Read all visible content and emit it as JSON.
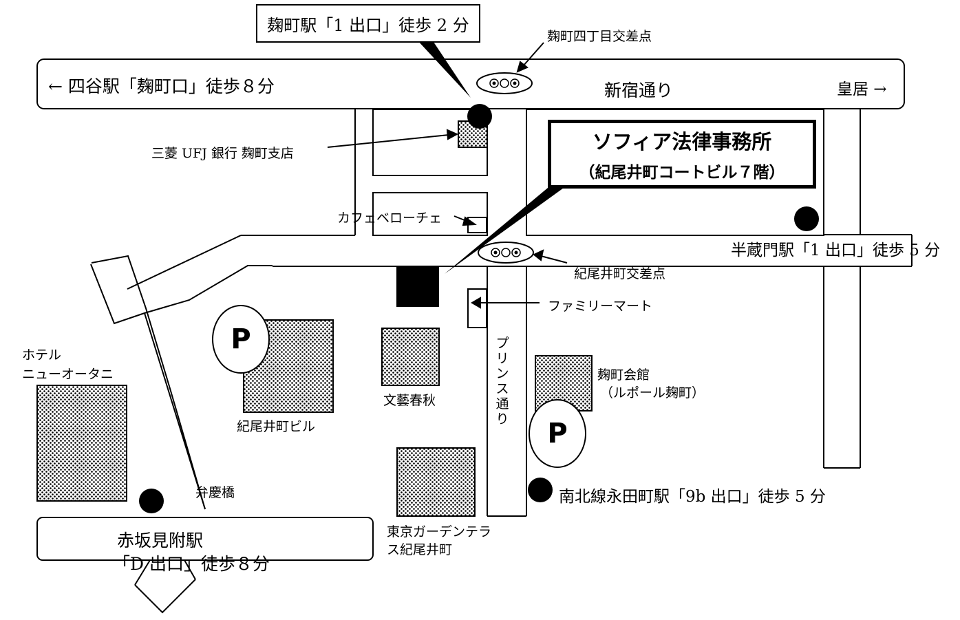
{
  "callouts": {
    "kojimachi_station": "麹町駅「1 出口」徒歩 2 分"
  },
  "office": {
    "name": "ソフィア法律事務所",
    "building": "（紀尾井町コートビル７階）"
  },
  "roads": {
    "shinjuku_dori": "新宿通り",
    "prince_dori": "プリンス通り",
    "left_direction": "← 四谷駅「麹町口」徒歩８分",
    "right_direction": "皇居 →"
  },
  "stations": {
    "hanzomon": "半蔵門駅「1 出口」徒歩 5 分",
    "nagatacho": "南北線永田町駅「9b 出口」徒歩 5 分",
    "akasaka_mitsuke_line1": "赤坂見附駅",
    "akasaka_mitsuke_line2": "「D 出口」徒歩８分"
  },
  "intersections": {
    "kojimachi_4chome": "麹町四丁目交差点",
    "kioicho": "紀尾井町交差点"
  },
  "landmarks": {
    "mufg": "三菱 UFJ 銀行  麹町支店",
    "cafe_veloce": "カフェベローチェ",
    "family_mart": "ファミリーマート",
    "kioicho_bldg": "紀尾井町ビル",
    "bungei_shunju": "文藝春秋",
    "kojimachi_kaikan": "麹町会館",
    "kojimachi_kaikan_sub": "（ルポール麹町）",
    "hotel_line1": "ホテル",
    "hotel_line2": "ニューオータニ",
    "benkei_bridge": "弁慶橋",
    "tokyo_garden_line1": "東京ガーデンテラ",
    "tokyo_garden_line2": "ス紀尾井町"
  },
  "parking_label": "P"
}
